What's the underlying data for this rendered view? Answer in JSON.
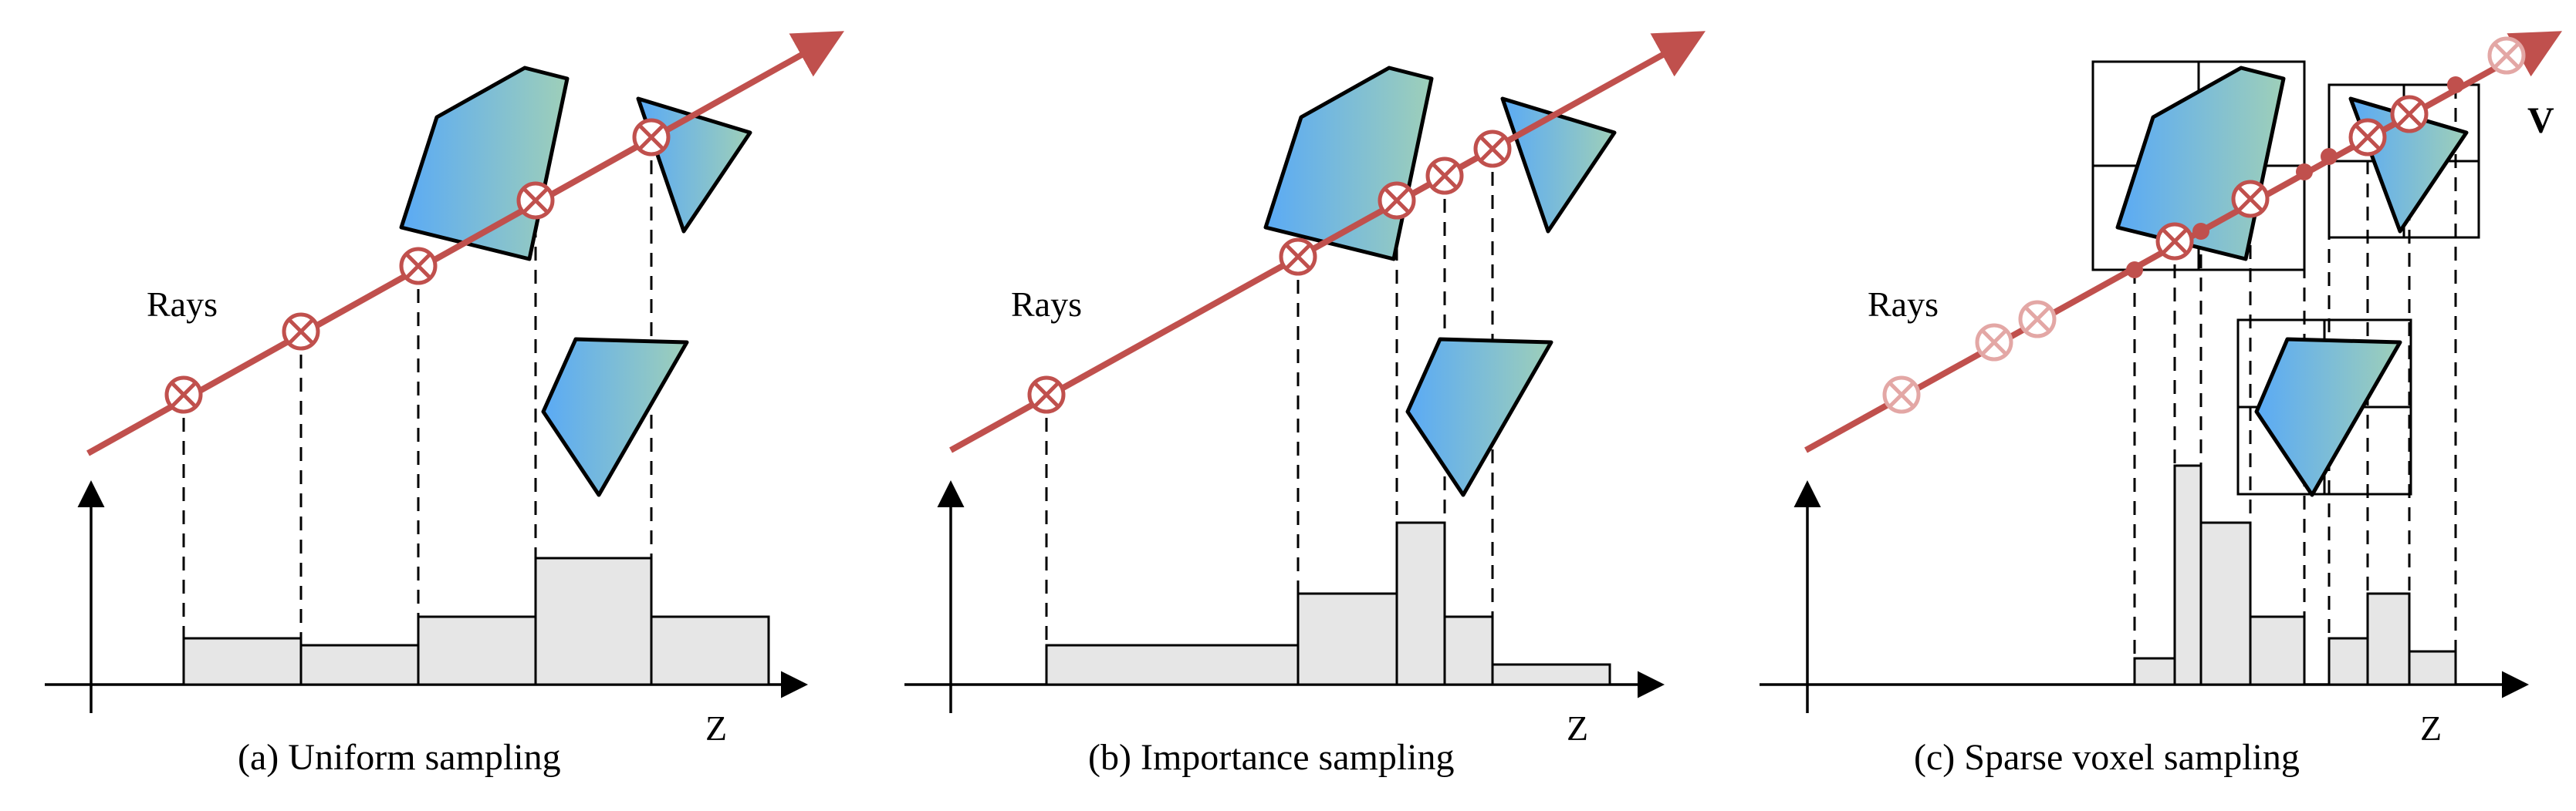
{
  "panels": [
    {
      "ray_label": "Rays",
      "axis_label": "Z",
      "caption": "(a) Uniform sampling"
    },
    {
      "ray_label": "Rays",
      "axis_label": "Z",
      "caption": "(b) Importance sampling"
    },
    {
      "ray_label": "Rays",
      "axis_label": "Z",
      "caption": "(c) Sparse voxel sampling",
      "voxel_label": "V"
    }
  ],
  "colors": {
    "ray": "#c0504d",
    "sample_faded": "#e3a7a5",
    "histogram_fill": "#e6e6e6",
    "surface_gradient_start": "#5aaaf5",
    "surface_gradient_end": "#9ecfb9"
  }
}
